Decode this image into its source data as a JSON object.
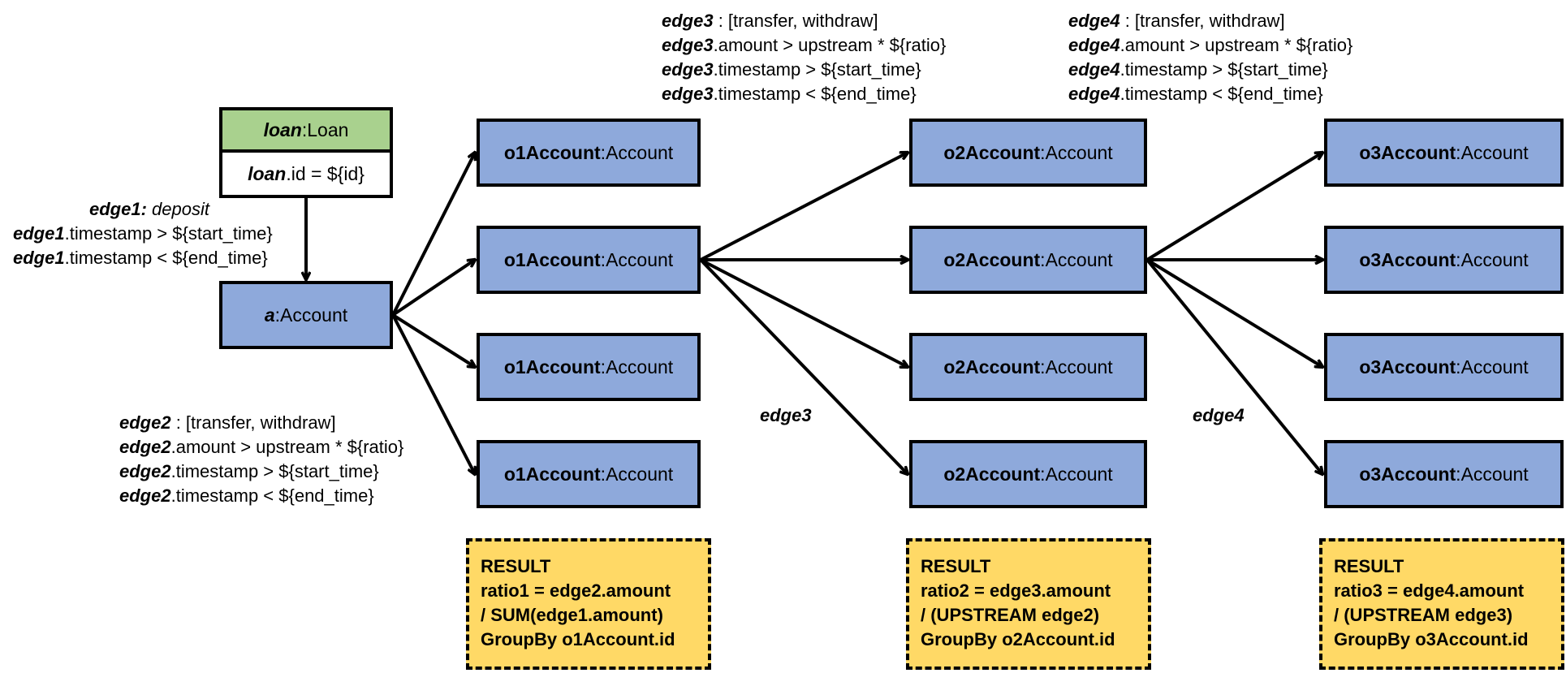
{
  "loan": {
    "var": "loan",
    "type": "Loan",
    "attr_var": "loan",
    "attr_rest": ".id = ${id}"
  },
  "a": {
    "var": "a",
    "type": "Account"
  },
  "level1": {
    "var": "o1Account",
    "type": "Account",
    "count": 4
  },
  "level2": {
    "var": "o2Account",
    "type": "Account",
    "count": 4
  },
  "level3": {
    "var": "o3Account",
    "type": "Account",
    "count": 4
  },
  "type_sep": " : ",
  "edge1": {
    "name": "edge1:",
    "kind": "deposit",
    "conditions": [
      {
        "var": "edge1",
        "rest": ".timestamp > ${start_time}"
      },
      {
        "var": "edge1",
        "rest": ".timestamp < ${end_time}"
      }
    ]
  },
  "edge2": {
    "name": "edge2",
    "kinds": " : [transfer, withdraw]",
    "conditions": [
      {
        "var": "edge2",
        "rest": ".amount > upstream * ${ratio}"
      },
      {
        "var": "edge2",
        "rest": ".timestamp > ${start_time}"
      },
      {
        "var": "edge2",
        "rest": ".timestamp < ${end_time}"
      }
    ]
  },
  "edge3": {
    "name": "edge3",
    "kinds": " : [transfer, withdraw]",
    "label": "edge3",
    "conditions": [
      {
        "var": "edge3",
        "rest": ".amount > upstream * ${ratio}"
      },
      {
        "var": "edge3",
        "rest": ".timestamp > ${start_time}"
      },
      {
        "var": "edge3",
        "rest": ".timestamp < ${end_time}"
      }
    ]
  },
  "edge4": {
    "name": "edge4",
    "kinds": " : [transfer, withdraw]",
    "label": "edge4",
    "conditions": [
      {
        "var": "edge4",
        "rest": ".amount > upstream * ${ratio}"
      },
      {
        "var": "edge4",
        "rest": ".timestamp > ${start_time}"
      },
      {
        "var": "edge4",
        "rest": ".timestamp < ${end_time}"
      }
    ]
  },
  "results": [
    {
      "lines": [
        "RESULT",
        "ratio1  =  edge2.amount",
        "/ SUM(edge1.amount)",
        "GroupBy o1Account.id"
      ]
    },
    {
      "lines": [
        "RESULT",
        "ratio2  =  edge3.amount",
        "/ (UPSTREAM edge2)",
        "GroupBy o2Account.id"
      ]
    },
    {
      "lines": [
        "RESULT",
        "ratio3  =  edge4.amount",
        "/ (UPSTREAM edge3)",
        "GroupBy o3Account.id"
      ]
    }
  ],
  "colors": {
    "account": "#8EA9DB",
    "loan_header": "#A9D18E",
    "result": "#FFD966",
    "stroke": "#000000"
  }
}
